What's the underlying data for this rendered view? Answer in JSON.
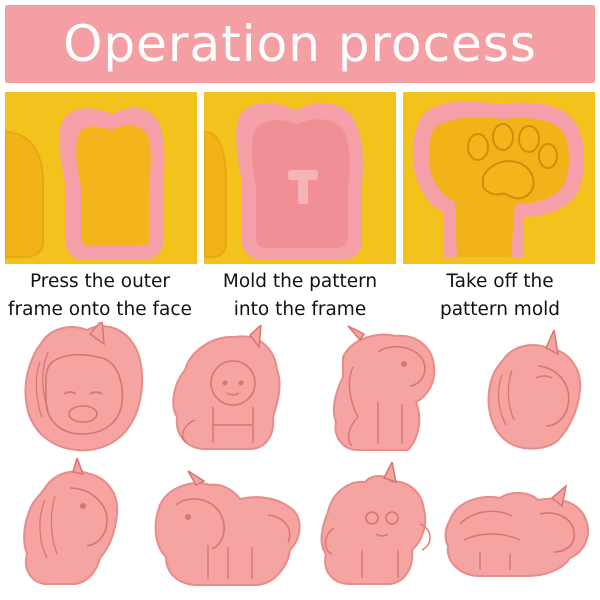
{
  "banner": {
    "title": "Operation process"
  },
  "steps": [
    {
      "caption_line1": "Press the outer",
      "caption_line2": "frame onto the face"
    },
    {
      "caption_line1": "Mold the pattern",
      "caption_line2": "into the frame"
    },
    {
      "caption_line1": "Take off the",
      "caption_line2": "pattern mold"
    }
  ],
  "cutters": [
    {
      "icon": "unicorn-head-front-icon"
    },
    {
      "icon": "unicorn-sitting-icon"
    },
    {
      "icon": "unicorn-sitting-side-icon"
    },
    {
      "icon": "unicorn-head-profile-icon"
    },
    {
      "icon": "unicorn-head-mane-icon"
    },
    {
      "icon": "unicorn-standing-icon"
    },
    {
      "icon": "unicorn-winged-icon"
    },
    {
      "icon": "unicorn-lying-icon"
    }
  ],
  "colors": {
    "banner": "#f49fa4",
    "background_yellow": "#f4c21c",
    "cutter_pink": "#f5a4a2",
    "cutter_edge": "#e78c88"
  }
}
